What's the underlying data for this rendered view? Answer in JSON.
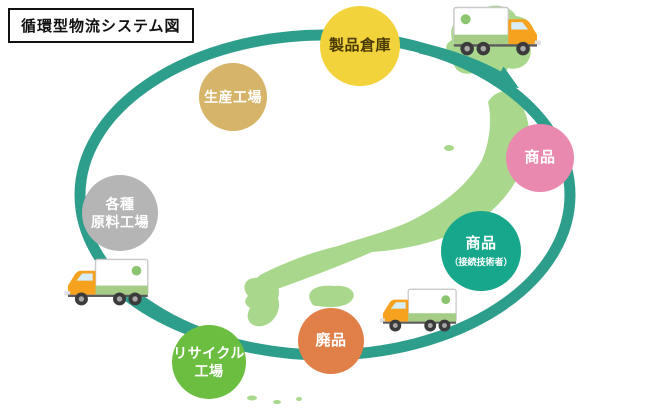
{
  "title": "循環型物流システム図",
  "colors": {
    "ring": "#2E9E8C",
    "map": "#A9D88D",
    "truck_cab": "#F6A21F",
    "truck_stripe": "#A6CD86"
  },
  "nodes": [
    {
      "name": "product-warehouse",
      "label": "製品倉庫",
      "color": "#F2D33B",
      "text_color": "#4A3B00"
    },
    {
      "name": "goods",
      "label": "商品",
      "color": "#E989AF",
      "text_color": "#FFFFFF"
    },
    {
      "name": "goods-connected",
      "label": "商品",
      "sublabel": "（接続技術者）",
      "color": "#17A78C",
      "text_color": "#FFFFFF"
    },
    {
      "name": "waste",
      "label": "廃品",
      "color": "#E08048",
      "text_color": "#FFFFFF"
    },
    {
      "name": "recycle-factory",
      "label": "リサイクル\n工場",
      "color": "#6CBE41",
      "text_color": "#FFFFFF"
    },
    {
      "name": "raw-material-factory",
      "label": "各種\n原料工場",
      "color": "#B5B5B5",
      "text_color": "#FFFFFF"
    },
    {
      "name": "production-factory",
      "label": "生産工場",
      "color": "#D6B469",
      "text_color": "#FFFFFF"
    }
  ],
  "icons": {
    "truck": "truck-icon",
    "arrow": "flow-arrowhead",
    "map": "japan-map"
  }
}
